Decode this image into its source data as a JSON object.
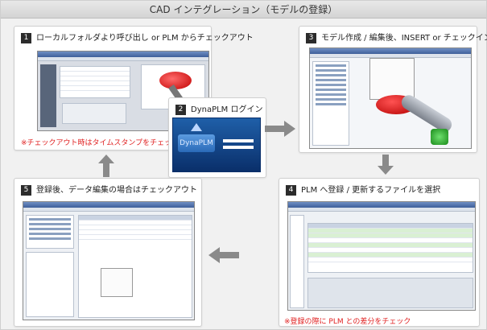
{
  "title": "CAD インテグレーション（モデルの登録）",
  "steps": [
    {
      "num": "1",
      "label": "ローカルフォルダより呼び出し or PLM からチェックアウト",
      "note": "※チェックアウト時はタイムスタンプをチェック"
    },
    {
      "num": "2",
      "label": "DynaPLM ログイン"
    },
    {
      "num": "3",
      "label": "モデル作成 / 編集後、INSERT or チェックイン"
    },
    {
      "num": "4",
      "label": "PLM へ登録 / 更新するファイルを選択",
      "note": "※登録の際に PLM との差分をチェック"
    },
    {
      "num": "5",
      "label": "登録後、データ編集の場合はチェックアウト"
    }
  ],
  "login_logo": "DynaPLM",
  "colors": {
    "note": "#e02020",
    "arrow": "#8a8a8a",
    "badge": "#2c2c2c"
  }
}
